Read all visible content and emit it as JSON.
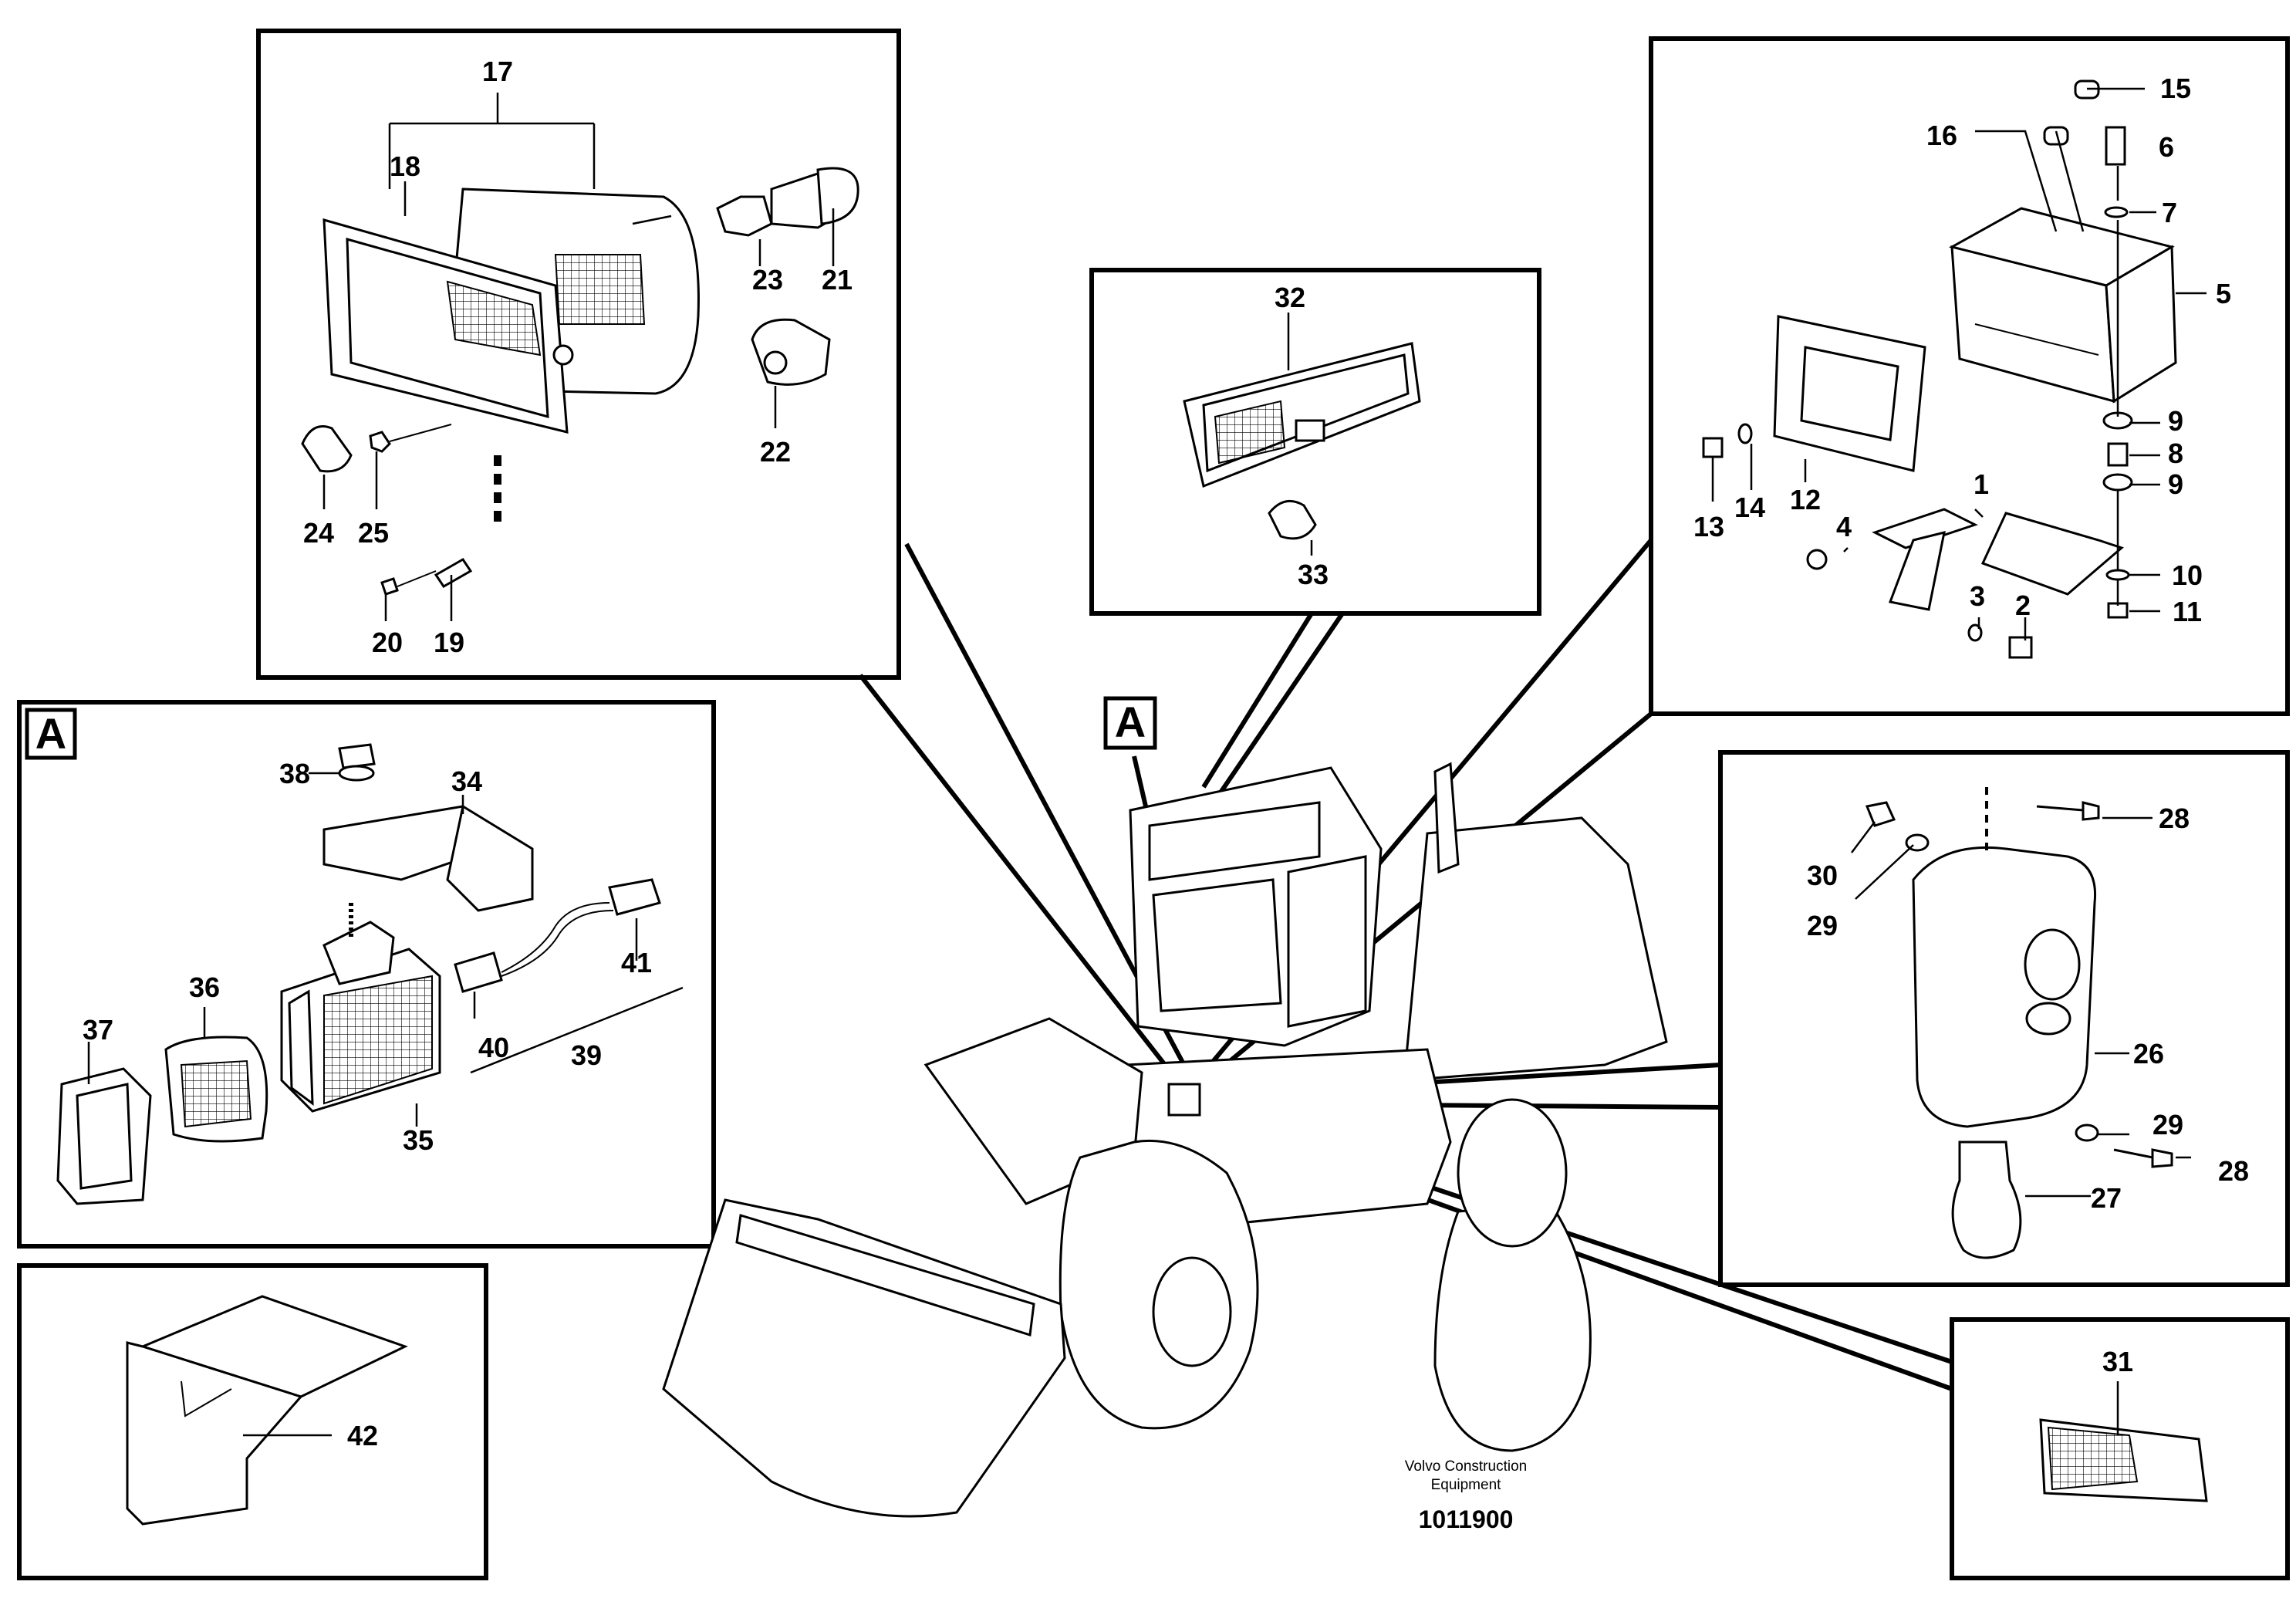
{
  "callouts": {
    "n1": "1",
    "n2": "2",
    "n3": "3",
    "n4": "4",
    "n5": "5",
    "n6": "6",
    "n7": "7",
    "n8": "8",
    "n9a": "9",
    "n9b": "9",
    "n10": "10",
    "n11": "11",
    "n12": "12",
    "n13": "13",
    "n14": "14",
    "n15": "15",
    "n16": "16",
    "n17": "17",
    "n18": "18",
    "n19": "19",
    "n20": "20",
    "n21": "21",
    "n22": "22",
    "n23": "23",
    "n24": "24",
    "n25": "25",
    "n26": "26",
    "n27": "27",
    "n28a": "28",
    "n28b": "28",
    "n29a": "29",
    "n29b": "29",
    "n30": "30",
    "n31": "31",
    "n32": "32",
    "n33": "33",
    "n34": "34",
    "n35": "35",
    "n36": "36",
    "n37": "37",
    "n38": "38",
    "n39": "39",
    "n40": "40",
    "n41": "41",
    "n42": "42"
  },
  "view_marker": {
    "main_label": "A",
    "detail_label": "A"
  },
  "credit": {
    "line1": "Volvo Construction",
    "line2": "Equipment"
  },
  "document_number": "1011900"
}
